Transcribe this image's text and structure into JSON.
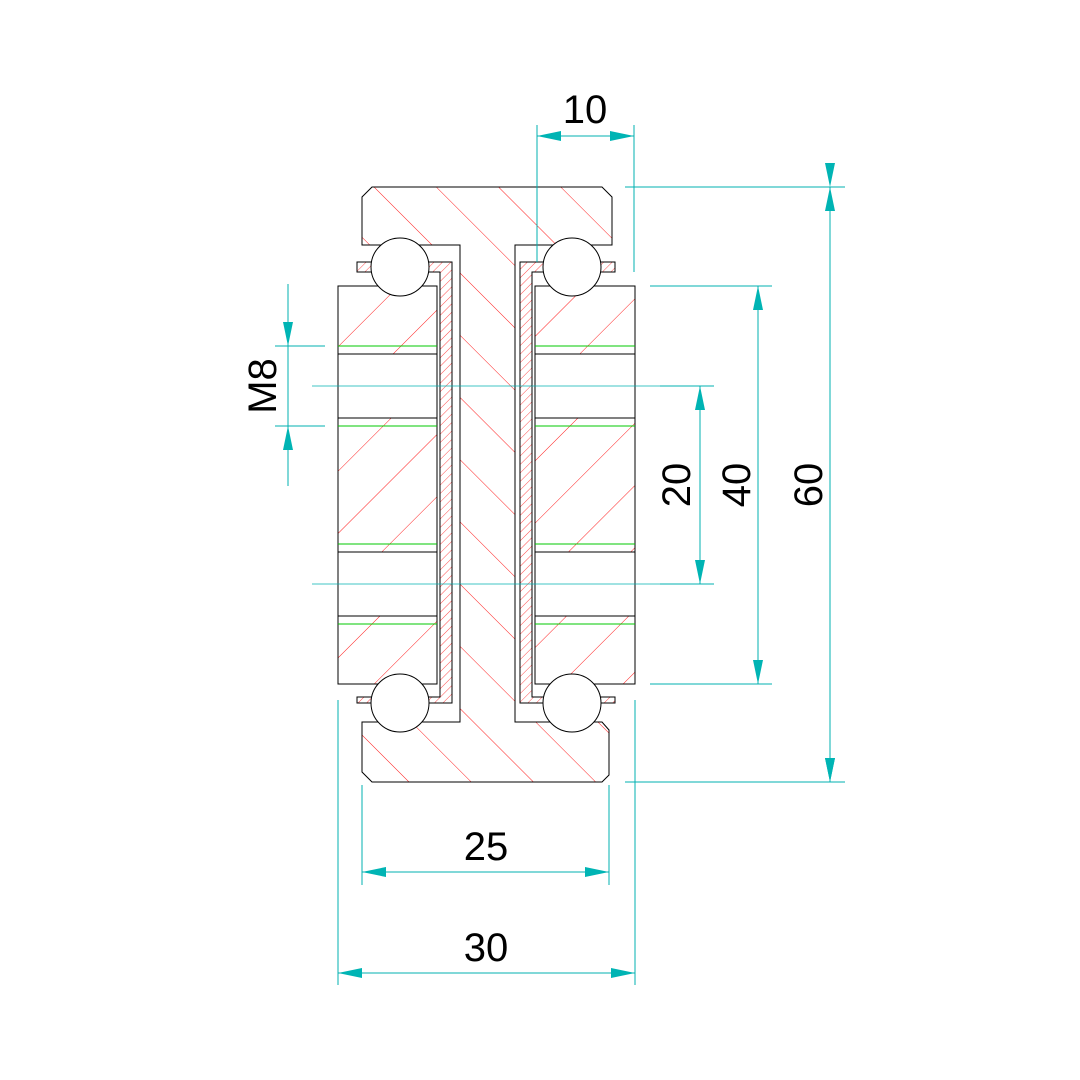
{
  "drawing": {
    "title": "Telescopic slide cross-section",
    "dimensions": {
      "top_width": "10",
      "total_height": "60",
      "block_height": "40",
      "hole_spacing": "20",
      "thread": "M8",
      "inner_width": "25",
      "outer_width": "30"
    },
    "colors": {
      "outline": "#000000",
      "hatch": "#ff0000",
      "dimension": "#00b0b0",
      "arrow": "#00b4b4",
      "thread_line": "#00c800"
    }
  }
}
